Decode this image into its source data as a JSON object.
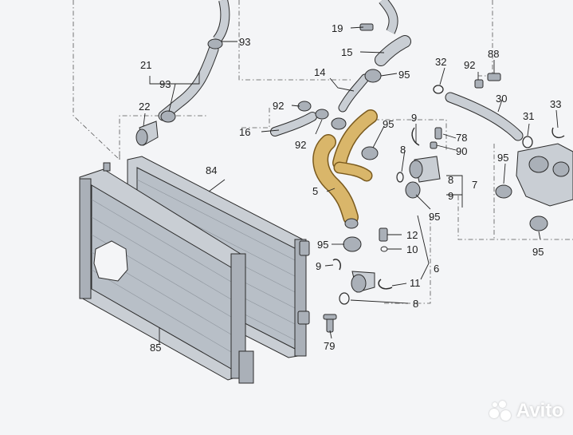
{
  "diagram": {
    "callouts": {
      "c93a": "93",
      "c21": "21",
      "c93b": "93",
      "c22": "22",
      "c84": "84",
      "c85": "85",
      "c16": "16",
      "c92a": "92",
      "c92b": "92",
      "c14": "14",
      "c19": "19",
      "c15": "15",
      "c95a": "95",
      "c95b": "95",
      "c5": "5",
      "c9a": "9",
      "c78": "78",
      "c90": "90",
      "c8a": "8",
      "c8b": "8",
      "c7": "7",
      "c9b": "9",
      "c95c": "95",
      "c32": "32",
      "c92c": "92",
      "c88": "88",
      "c30": "30",
      "c31": "31",
      "c33": "33",
      "c95d": "95",
      "c95e": "95",
      "c12": "12",
      "c95f": "95",
      "c10": "10",
      "c9c": "9",
      "c6": "6",
      "c11": "11",
      "c8c": "8",
      "c79": "79"
    },
    "highlight_color": "#d9b66a"
  },
  "watermark": {
    "text": "Avito"
  }
}
